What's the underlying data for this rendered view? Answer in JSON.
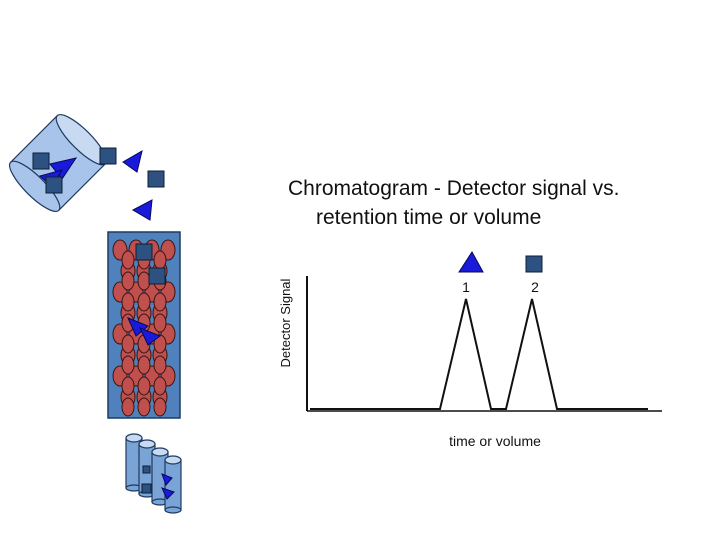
{
  "title": {
    "line1": "Chromatogram - Detector signal vs.",
    "line2": "retention time or volume"
  },
  "axes": {
    "ylabel": "Detector Signal",
    "xlabel": "time or volume"
  },
  "peaks": [
    {
      "label": "1",
      "marker": "triangle-icon"
    },
    {
      "label": "2",
      "marker": "square-icon"
    }
  ],
  "colors": {
    "triangle": "#1a1adb",
    "square": "#2d5181",
    "bead": "#c0504d",
    "column": "#4f81bd",
    "tube": "#7aa3d6",
    "sample": "#a8c4ea"
  }
}
